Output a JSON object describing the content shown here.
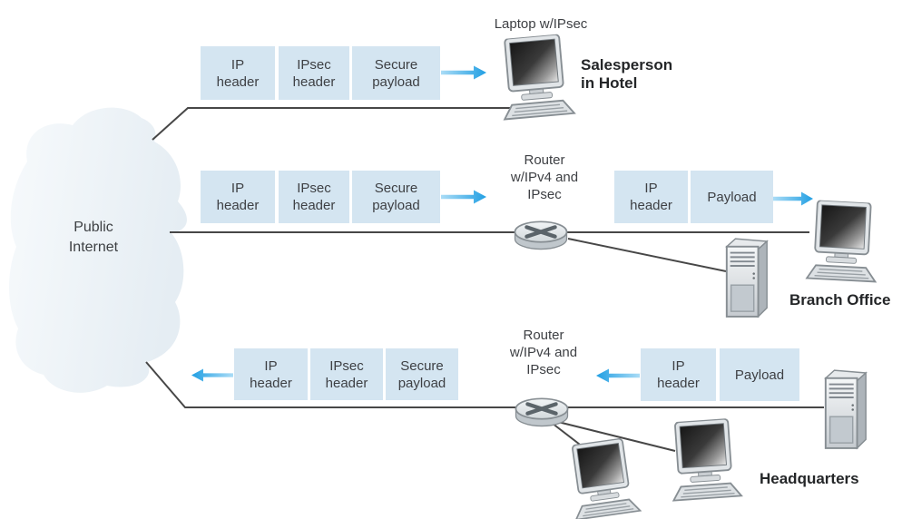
{
  "cloud": {
    "label": "Public\nInternet"
  },
  "rows": {
    "hotel": {
      "device_label": "Laptop w/IPsec",
      "packet": [
        "IP\nheader",
        "IPsec\nheader",
        "Secure\npayload"
      ],
      "site": "Salesperson\nin Hotel"
    },
    "branch": {
      "router_label": "Router\nw/IPv4 and\nIPsec",
      "packet_wan": [
        "IP\nheader",
        "IPsec\nheader",
        "Secure\npayload"
      ],
      "packet_lan": [
        "IP\nheader",
        "Payload"
      ],
      "site": "Branch Office"
    },
    "hq": {
      "router_label": "Router\nw/IPv4 and\nIPsec",
      "packet_wan": [
        "IP\nheader",
        "IPsec\nheader",
        "Secure\npayload"
      ],
      "packet_lan": [
        "IP\nheader",
        "Payload"
      ],
      "site": "Headquarters"
    }
  },
  "colors": {
    "box_fill": "#d4e5f1",
    "arrow_light": "#aadcf6",
    "arrow_dark": "#219fe3",
    "line": "#474747",
    "cloud_light": "#f7fafc",
    "cloud_dark": "#e5edf3",
    "text": "#3e4044"
  }
}
